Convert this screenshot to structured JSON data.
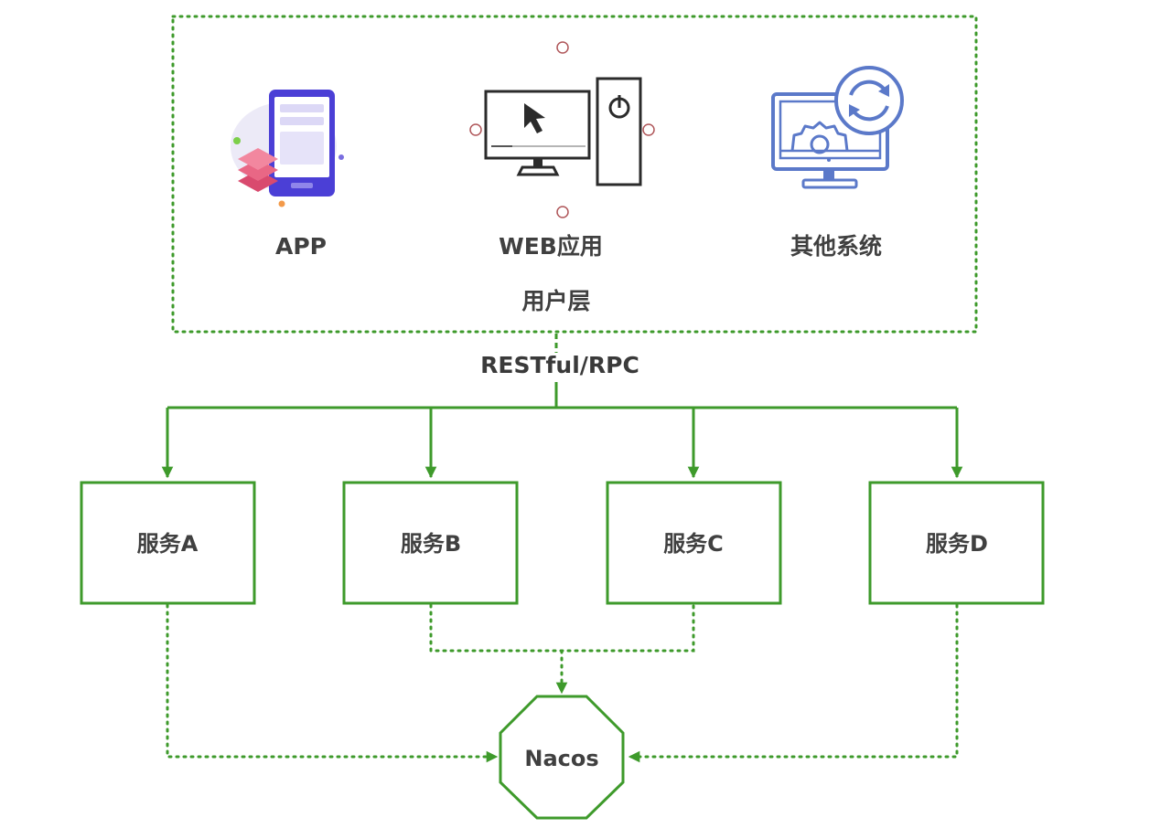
{
  "user_layer": {
    "label": "用户层",
    "clients": [
      {
        "label": "APP",
        "icon": "mobile-app-icon"
      },
      {
        "label": "WEB应用",
        "icon": "desktop-computer-icon"
      },
      {
        "label": "其他系统",
        "icon": "system-sync-monitor-icon"
      }
    ]
  },
  "protocol_label": "RESTful/RPC",
  "services": [
    {
      "label": "服务A"
    },
    {
      "label": "服务B"
    },
    {
      "label": "服务C"
    },
    {
      "label": "服务D"
    }
  ],
  "registry": {
    "label": "Nacos"
  },
  "colors": {
    "green": "#3e9a2b",
    "text": "#404040",
    "app_purple": "#4b3fd6",
    "app_pink": "#e2567a",
    "system_blue": "#5b79c9",
    "handle_red": "#b0575a"
  }
}
